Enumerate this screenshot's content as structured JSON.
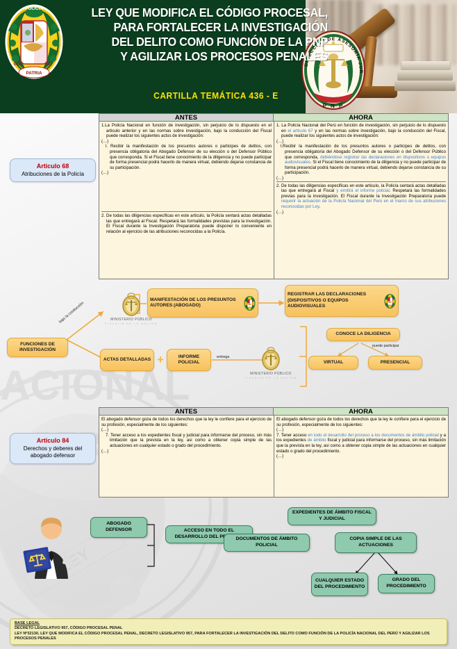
{
  "header": {
    "title_lines": [
      "LEY QUE MODIFICA EL CÓDIGO PROCESAL,",
      "PARA FORTALECER LA INVESTIGACIÓN",
      "DEL DELITO COMO FUNCIÓN DE LA PNP",
      "Y AGILIZAR LOS PROCESOS PENALES"
    ],
    "subtitle": "CARTILLA TEMÁTICA 436 - E",
    "escudo_label": "POLICIA NACIONAL DEL PERU",
    "emblem_label": "DIRECCION DE ASESORIA JURIDICA PNP",
    "green": "#0b3d1f",
    "yellow": "#ffe200"
  },
  "section1": {
    "article": {
      "number": "Articulo 68",
      "title": "Atribuciones de la Policía"
    },
    "col_antes_header": "ANTES",
    "col_ahora_header": "AHORA",
    "antes": {
      "p1": "1.La Policía Nacional en función de investigación, sin perjuicio de lo dispuesto en el articulo anterior y en las normas sobre investigación, bajo la conducción del Fiscal puede realizar los siguientes actos de investigación:",
      "p2": "(…)",
      "p3": "l. Recibir la manifestación de los presuntos autores o participes de delitos, con presencia obligatoria del Abogado Defensor de su elección o del Defensor Público que corresponda. Si el Fiscal tiene conocimiento de la diligencia y no puede participar de forma presencial podrá hacerlo de manera virtual, debiendo dejarse constancia de su participación.",
      "p4": "(…)",
      "p5": "2. De todas las diligencias especificas en este articulo, la Policía sentará actas detalladas las que entregará al Fiscal. Respetará las formalidades previstas para la investigación. El Fiscal durante la Investigación Preparatoria puede disponer lo conveniente en relación al ejercicio de las atribuciones reconocidas a la Policía."
    },
    "ahora": {
      "p1a": "1. La Policía Nacional del Perú en función de investigación, sin perjuicio de lo dispuesto en ",
      "p1hl": "el articulo 67",
      "p1b": " y en las normas sobre investigación, bajo la conducción del Fiscal, puede realizar los siguientes actos de investigación:",
      "p2": "(…)",
      "p3a": "l.Recibir la manifestación de los presuntos autores o participes de delitos, con presencia obligatoria del Abogado Defensor de su elección o del Defensor Público que corresponda, ",
      "p3hl": "debiéndose registrar las declaraciones en dispositivos o equipos audiovisuales",
      "p3b": ". Si el Fiscal tiene conocimiento de la diligencia y no puede participar de forma presencial podrá hacerlo de manera virtual, debiendo dejarse constancia de su participación.",
      "p4": "(…)",
      "p5a": "2. De todas las diligencias especificas en este articulo, la Policía sentará actas detalladas las que entregará al Fiscal ",
      "p5hl1": "y emitirá el informe policial",
      "p5b": ". Respetará las formalidades previas para la investigación. El Fiscal durante la Investigación Preparatoria puede ",
      "p5hl2": "requerir la actuación de la Policía Nacional del Perú en el marco de sus atribuciones reconocidas por Ley",
      "p5c": ".",
      "p6": "(…)"
    }
  },
  "flow1": {
    "root": "FUNCIONES DE INVESTIGACIÓN",
    "edge_bajo": "bajo la conducción",
    "box_manifestacion": "MANIFESTACIÓN DE LOS PRESUNTOS AUTORES (ABOGADO)",
    "box_registrar": "REGISTRAR LAS DECLARACIONES (DISPOSITIVOS O EQUIPOS AUDIOVISUALES",
    "box_actas": "ACTAS DETALLADAS",
    "plus": "+",
    "box_informe": "INFORME POLICIAL",
    "edge_entrega": "entrega",
    "box_conoce": "CONOCE LA DILIGENCIA",
    "edge_puede": "puede participar",
    "box_virtual": "VIRTUAL",
    "box_presencial": "PRESENCIAL",
    "mp_caption": "MINISTERIO PÚBLICO",
    "mp_caption2": "FISCALIA DE LA NACION"
  },
  "section2": {
    "article": {
      "number": "Articulo 84",
      "title": "Derechos y deberes del abogado defensor"
    },
    "col_antes_header": "ANTES",
    "col_ahora_header": "AHORA",
    "antes": {
      "p1": "El abogado defensor goza de todos los derechos que la ley le confiere para el ejercicio de su profesión, especialmente de los siguientes:",
      "p2": "(…)",
      "p3": "7. Tener acceso a los expedientes fiscal y judicial para informarse del proceso, sin más limitación que la prevista en la ley, asi como a obtener copia simple de las actuaciones en cualquier estado o grado del procedimiento.",
      "p4": "(…)"
    },
    "ahora": {
      "p1": "El abogado defensor goza de todos los derechos que la ley le confiere para el ejercicio de su profesión, especialmente de los siguientes:",
      "p2": "(…)",
      "p3a": "7. Tener acceso ",
      "p3hl1": "en todo el desarrollo del proceso a los documentos de ámbito policial",
      "p3b": " y a los expedientes ",
      "p3hl2": "de ámbito",
      "p3c": " fiscal y judicial para informarse del proceso, sin más limitación que la prevista en la ley, asi como a obtener copia simple de las actuaciones en cualquier estado o grado del procedimiento.",
      "p4": "(…)"
    }
  },
  "flow2": {
    "root": "ABOGADO DEFENSOR",
    "box_acceso": "ACCESO EN TODO EL DESARROLLO DEL PROCESO",
    "box_documentos": "DOCUMENTOS DE ÁMBITO POLICIAL",
    "box_expedientes": "EXPEDIENTES DE ÁMBITO FISCAL Y JUDICIAL",
    "box_copia": "COPIA SIMPLE DE LAS ACTUACIONES",
    "box_cualquier": "CUALQUIER ESTADO DEL PROCEDIMIENTO",
    "box_grado": "GRADO DEL PROCEDIMIENTO"
  },
  "base_legal": {
    "title": "BASE LEGAL",
    "line1": "DECRETO LEGISLATIVO 957, CÓDIGO PROCESAL PENAL",
    "line2": "LEY Nº32130, LEY QUE MODIFICA EL CÓDIGO PROCESAL PENAL, DECRETO LEGISLATIVO 957, PARA FORTALECER LA INVESTIGACIÓN DEL DELITO COMO FUNCIÓN DE LA POLICÍA NACIONAL DEL PERÚ Y AGILIZAR LOS PROCESOS PENALES"
  }
}
